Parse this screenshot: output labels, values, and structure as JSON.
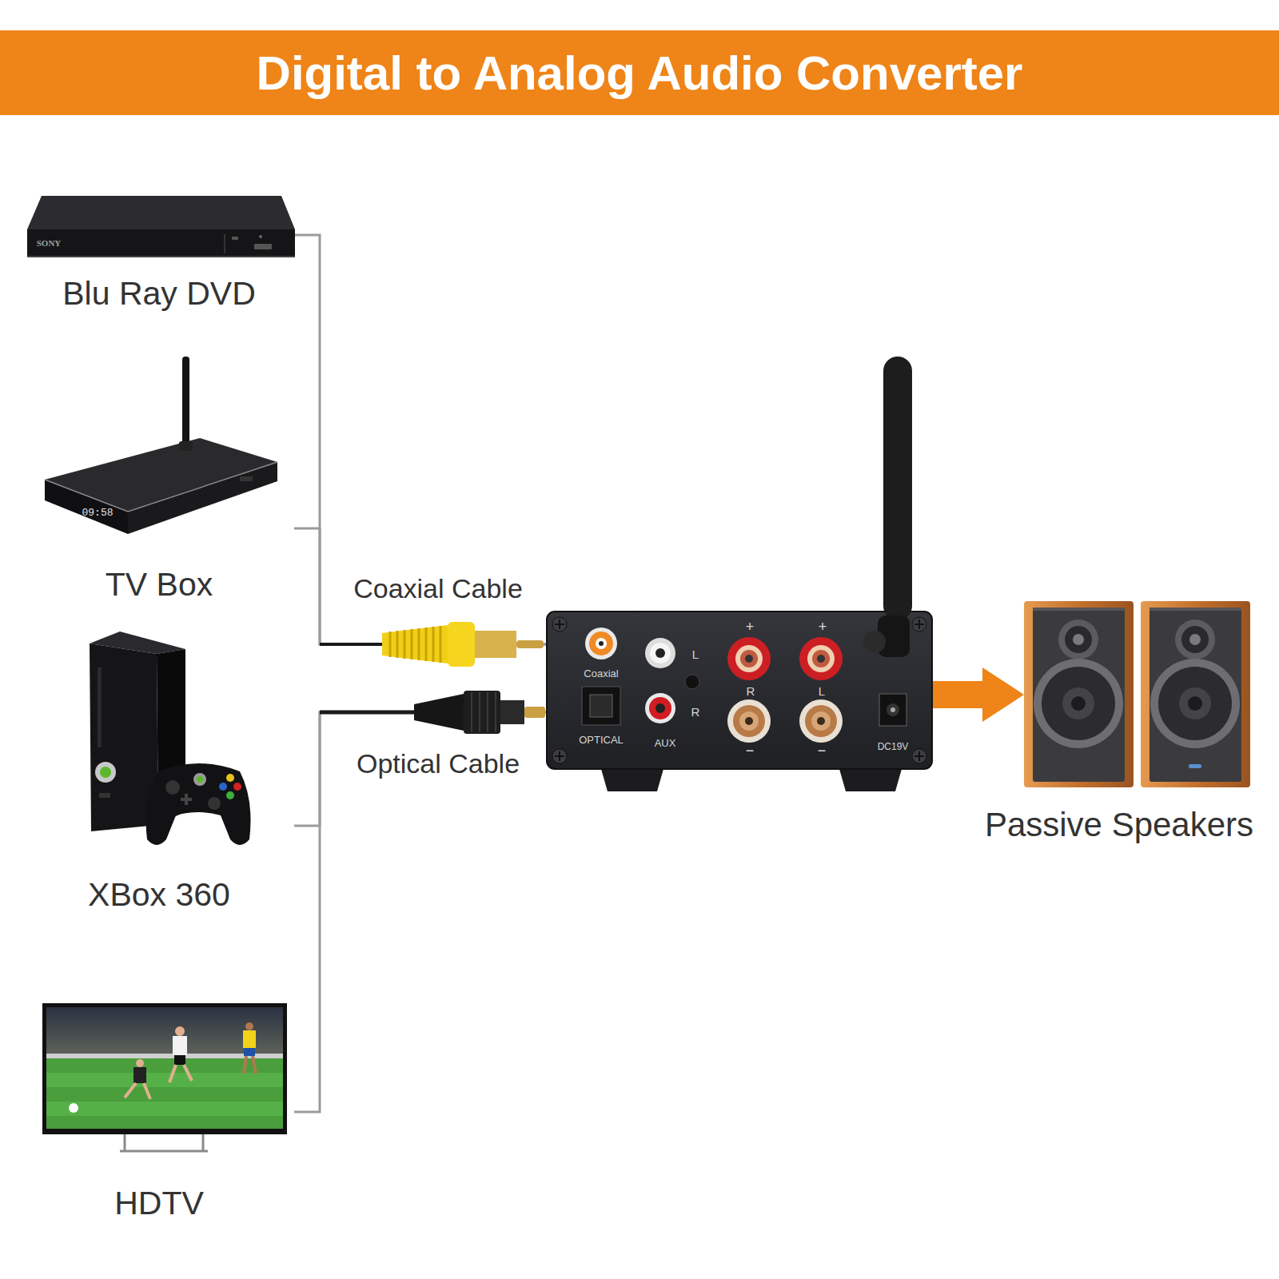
{
  "diagram": {
    "title": "Digital to Analog Audio Converter",
    "nodes": [
      {
        "text": [
          "Blu Ray DVD"
        ]
      },
      {
        "text": [
          "TV Box"
        ]
      },
      {
        "text": [
          "XBox 360"
        ]
      },
      {
        "text": [
          "HDTV"
        ]
      },
      {
        "text": [
          "Coaxial",
          "OPTICAL",
          "AUX",
          "L",
          "R",
          "+",
          "+",
          "R",
          "L",
          "−",
          "−",
          "DC19V"
        ]
      },
      {
        "text": [
          "Passive Speakers"
        ]
      }
    ],
    "edges": [
      {
        "from": 0,
        "to": 4,
        "arrow": "none"
      },
      {
        "from": 1,
        "to": 4,
        "arrow": "none"
      },
      {
        "from": 2,
        "to": 4,
        "arrow": "none"
      },
      {
        "from": 3,
        "to": 4,
        "arrow": "none"
      },
      {
        "from": 4,
        "to": 5,
        "arrow": "to"
      }
    ],
    "labels": [
      "SONY",
      "09:58",
      "Coaxial Cable",
      "Optical Cable"
    ]
  }
}
